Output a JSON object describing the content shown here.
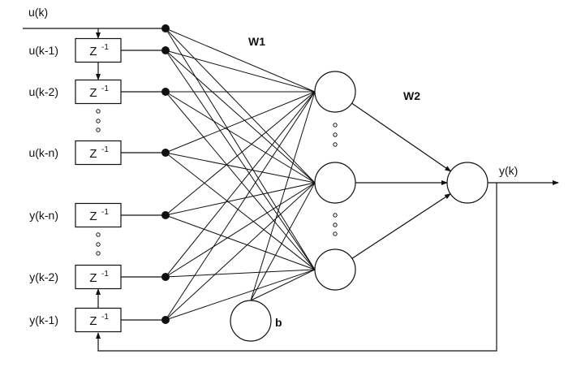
{
  "diagram": {
    "title": "NARX recurrent neural network",
    "input_signal": "u(k)",
    "delay_label": "Z",
    "delay_exponent": "-1",
    "input_taps": [
      {
        "id": "u0",
        "label": "u(k)",
        "has_delay": false
      },
      {
        "id": "u1",
        "label": "u(k-1)",
        "has_delay": true
      },
      {
        "id": "u2",
        "label": "u(k-2)",
        "has_delay": true
      },
      {
        "id": "un",
        "label": "u(k-n)",
        "has_delay": true
      },
      {
        "id": "yn",
        "label": "y(k-n)",
        "has_delay": true
      },
      {
        "id": "y2",
        "label": "y(k-2)",
        "has_delay": true
      },
      {
        "id": "y1",
        "label": "y(k-1)",
        "has_delay": true
      }
    ],
    "ellipsis": "◦",
    "weights": {
      "input_hidden": "W1",
      "hidden_output": "W2"
    },
    "hidden_neurons": 3,
    "bias_label": "b",
    "output_label": "y(k)"
  }
}
